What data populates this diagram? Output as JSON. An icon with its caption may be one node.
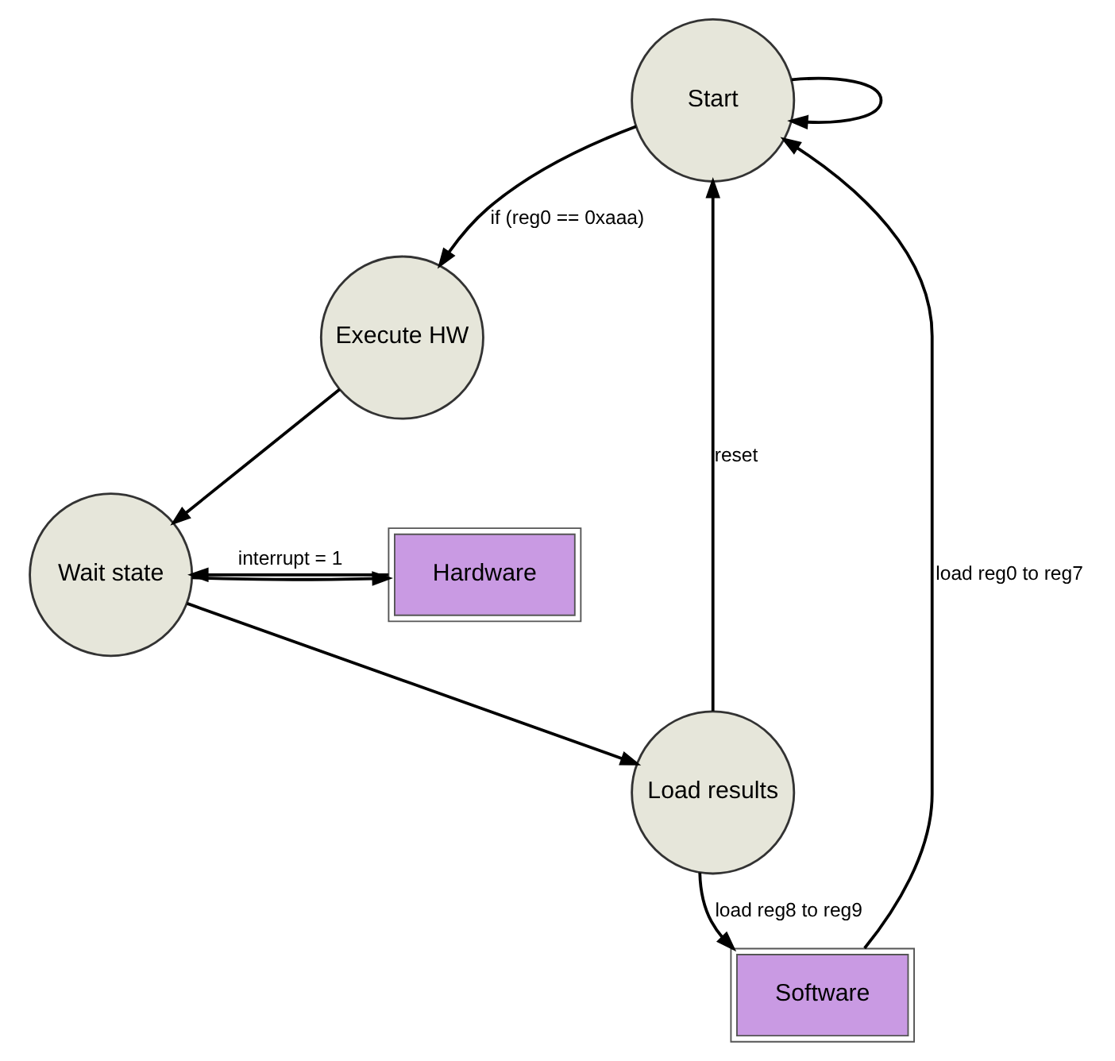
{
  "diagram": {
    "nodes": [
      {
        "text": [
          "Start"
        ]
      },
      {
        "text": [
          "Execute HW"
        ]
      },
      {
        "text": [
          "Wait state"
        ]
      },
      {
        "text": [
          "Load results"
        ]
      },
      {
        "text": [
          "Hardware"
        ]
      },
      {
        "text": [
          "Software"
        ]
      }
    ],
    "edges": [
      {
        "from": 0,
        "to": 0,
        "arrow": "to"
      },
      {
        "from": 0,
        "to": 1,
        "arrow": "to",
        "label": "if (reg0 == 0xaaa)"
      },
      {
        "from": 1,
        "to": 2,
        "arrow": "to"
      },
      {
        "from": 2,
        "to": 3,
        "arrow": "to"
      },
      {
        "from": 2,
        "to": 4,
        "arrow": "to"
      },
      {
        "from": 4,
        "to": 2,
        "arrow": "to",
        "label": "interrupt = 1"
      },
      {
        "from": 3,
        "to": 5,
        "arrow": "to",
        "label": "load reg8 to reg9"
      },
      {
        "from": 5,
        "to": 0,
        "arrow": "to",
        "label": "load reg0 to reg7"
      },
      {
        "from": 3,
        "to": 0,
        "arrow": "to",
        "label": "reset"
      }
    ]
  }
}
